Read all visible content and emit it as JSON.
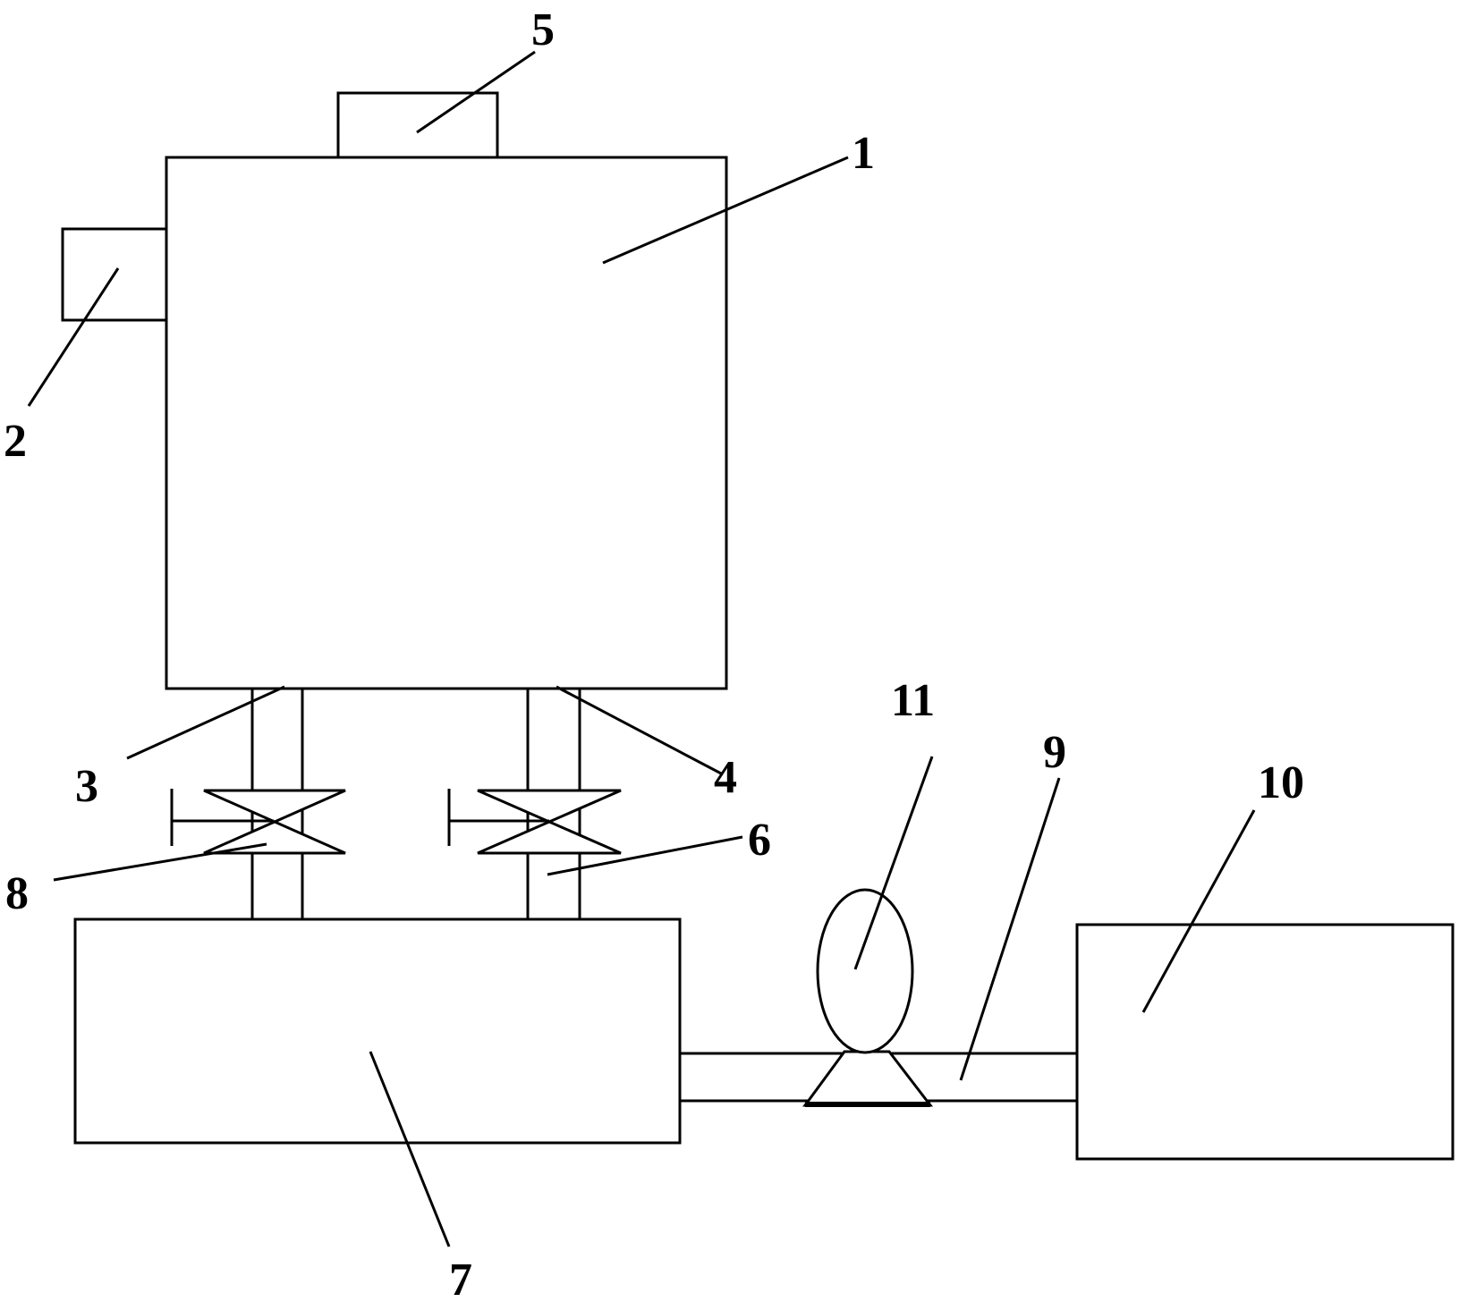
{
  "labels": {
    "tank": "1",
    "side_unit": "2",
    "pipe_left": "3",
    "pipe_right": "4",
    "top_unit": "5",
    "valve_right": "6",
    "lower_tank": "7",
    "valve_left": "8",
    "connecting_pipe": "9",
    "right_unit": "10",
    "pump": "11"
  }
}
